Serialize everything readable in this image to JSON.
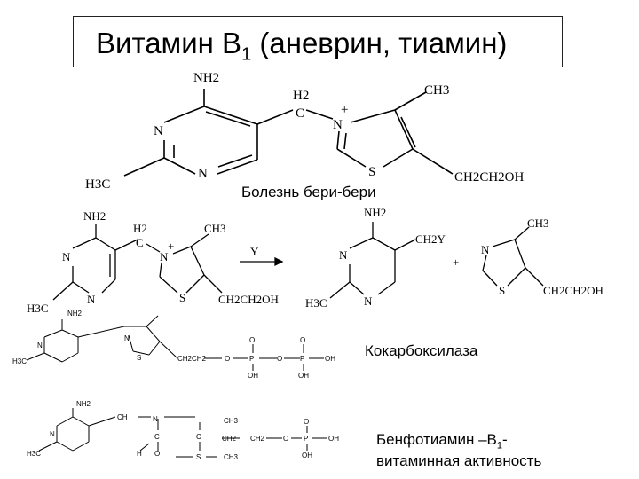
{
  "slide": {
    "title_main": "Витамин В",
    "title_sub": "1",
    "title_rest": " (аневрин, тиамин)"
  },
  "structure1": {
    "nh2": "NH2",
    "h2": "H2",
    "c": "C",
    "ch3": "CH3",
    "n": "N",
    "nplus": "+",
    "s": "S",
    "h3c": "H3C",
    "ch2ch2oh": "CH2CH2OH"
  },
  "captions": {
    "beriberi": "Болезнь бери-бери",
    "cocarboxylase": "Кокарбоксилаза",
    "benfotiamine_main": "Бенфотиамин –В",
    "benfotiamine_sub": "1",
    "benfotiamine_rest": "-",
    "benfotiamine_line2": "витаминная активность"
  },
  "reaction": {
    "nh2": "NH2",
    "h2": "H2",
    "c": "C",
    "ch3": "CH3",
    "n": "N",
    "nplus": "+",
    "s": "S",
    "h3c": "H3C",
    "ch2ch2oh": "CH2CH2OH",
    "y": "Y",
    "ch2y": "CH2Y",
    "plus": "+"
  },
  "cocarboxylase_struct": {
    "nh2": "NH2",
    "n": "N",
    "s": "S",
    "h3c": "H3C",
    "chain": "CH2CH2",
    "o": "O",
    "p": "P",
    "oh": "OH"
  },
  "benfotiamine_struct": {
    "nh2": "NH2",
    "ch": "CH",
    "n": "N",
    "c": "C",
    "h": "H",
    "ch3": "CH3",
    "o": "O",
    "ch2": "CH2",
    "p": "P",
    "oh": "OH",
    "h3c": "H3C",
    "s": "S"
  }
}
